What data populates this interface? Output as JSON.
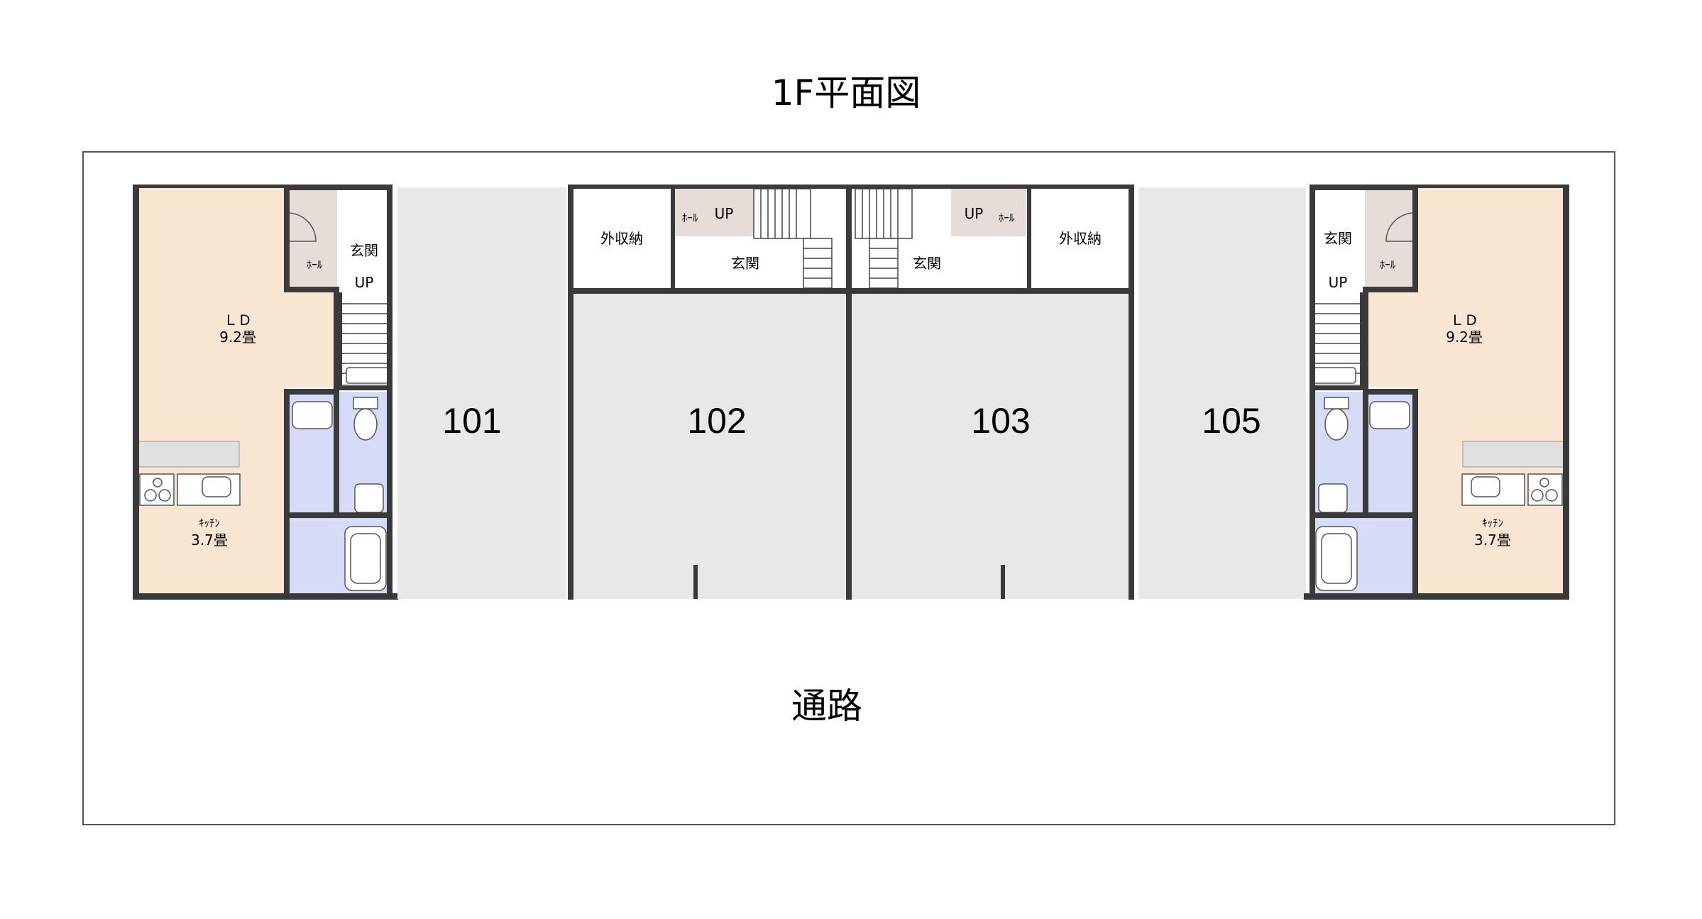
{
  "title": "1F平面図",
  "road_label": "通路",
  "units": [
    {
      "number": "101"
    },
    {
      "number": "102"
    },
    {
      "number": "103"
    },
    {
      "number": "105"
    }
  ],
  "unit101": {
    "ld": "ＬＤ",
    "ld_size": "9.2畳",
    "kitchen": "ｷｯﾁﾝ",
    "kitchen_size": "3.7畳",
    "hall": "ﾎｰﾙ",
    "entrance": "玄関",
    "up": "UP"
  },
  "unit102": {
    "storage": "外収納",
    "hall": "ﾎｰﾙ",
    "up": "UP",
    "entrance": "玄関"
  },
  "unit103": {
    "storage": "外収納",
    "hall": "ﾎｰﾙ",
    "up": "UP",
    "entrance": "玄関"
  },
  "unit105": {
    "ld": "ＬＤ",
    "ld_size": "9.2畳",
    "kitchen": "ｷｯﾁﾝ",
    "kitchen_size": "3.7畳",
    "hall": "ﾎｰﾙ",
    "entrance": "玄関",
    "up": "UP"
  },
  "colors": {
    "wall": "#3a3a3a",
    "living": "#f8e6d2",
    "wet": "#d6dcf8",
    "hall": "#e6ddd9",
    "floor": "#e8e8e8",
    "outline": "#555555"
  }
}
